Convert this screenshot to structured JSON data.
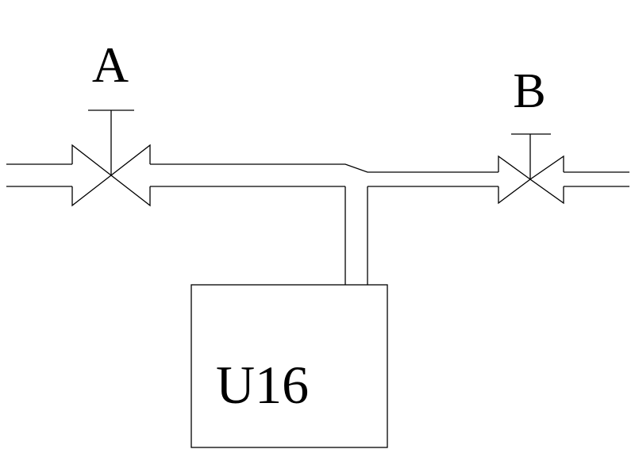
{
  "diagram": {
    "valves": [
      {
        "id": "A",
        "label": "A"
      },
      {
        "id": "B",
        "label": "B"
      }
    ],
    "unit": {
      "label": "U16"
    },
    "colors": {
      "stroke": "#000000",
      "background": "#ffffff"
    }
  }
}
